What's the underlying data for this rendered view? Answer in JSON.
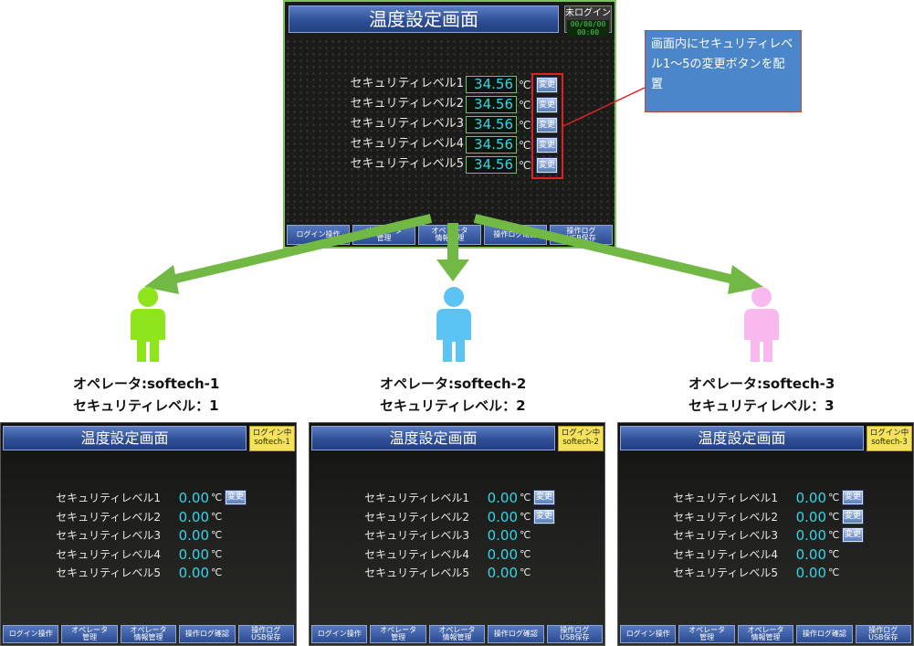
{
  "main_screen": {
    "title": "温度設定画面",
    "status": {
      "line1": "未ログイン",
      "line2": "00/00/00 00:00"
    },
    "rows": [
      {
        "label": "セキュリティレベル1",
        "value": "34.56",
        "unit": "℃",
        "button": "変更"
      },
      {
        "label": "セキュリティレベル2",
        "value": "34.56",
        "unit": "℃",
        "button": "変更"
      },
      {
        "label": "セキュリティレベル3",
        "value": "34.56",
        "unit": "℃",
        "button": "変更"
      },
      {
        "label": "セキュリティレベル4",
        "value": "34.56",
        "unit": "℃",
        "button": "変更"
      },
      {
        "label": "セキュリティレベル5",
        "value": "34.56",
        "unit": "℃",
        "button": "変更"
      }
    ],
    "footer": [
      "ログイン操作",
      "オペレータ\n管理",
      "オペレータ\n情報管理",
      "操作ログ確認",
      "操作ログ\nUSB保存"
    ]
  },
  "callout": {
    "text": "画面内にセキュリティレベル1～5の変更ボタンを配置"
  },
  "users": [
    {
      "operator": "オペレータ:softech-1",
      "level": "セキュリティレベル：1",
      "color": "#8fe51c"
    },
    {
      "operator": "オペレータ:softech-2",
      "level": "セキュリティレベル：2",
      "color": "#5cc3f5"
    },
    {
      "operator": "オペレータ:softech-3",
      "level": "セキュリティレベル：3",
      "color": "#f9b8ee"
    }
  ],
  "screens": [
    {
      "title": "温度設定画面",
      "status": {
        "line1": "ログイン中",
        "line2": "softech-1"
      },
      "rows": [
        {
          "label": "セキュリティレベル1",
          "value": "0.00",
          "unit": "℃",
          "button": "変更"
        },
        {
          "label": "セキュリティレベル2",
          "value": "0.00",
          "unit": "℃",
          "button": ""
        },
        {
          "label": "セキュリティレベル3",
          "value": "0.00",
          "unit": "℃",
          "button": ""
        },
        {
          "label": "セキュリティレベル4",
          "value": "0.00",
          "unit": "℃",
          "button": ""
        },
        {
          "label": "セキュリティレベル5",
          "value": "0.00",
          "unit": "℃",
          "button": ""
        }
      ],
      "footer": [
        "ログイン操作",
        "オペレータ\n管理",
        "オペレータ\n情報管理",
        "操作ログ確認",
        "操作ログ\nUSB保存"
      ]
    },
    {
      "title": "温度設定画面",
      "status": {
        "line1": "ログイン中",
        "line2": "softech-2"
      },
      "rows": [
        {
          "label": "セキュリティレベル1",
          "value": "0.00",
          "unit": "℃",
          "button": "変更"
        },
        {
          "label": "セキュリティレベル2",
          "value": "0.00",
          "unit": "℃",
          "button": "変更"
        },
        {
          "label": "セキュリティレベル3",
          "value": "0.00",
          "unit": "℃",
          "button": ""
        },
        {
          "label": "セキュリティレベル4",
          "value": "0.00",
          "unit": "℃",
          "button": ""
        },
        {
          "label": "セキュリティレベル5",
          "value": "0.00",
          "unit": "℃",
          "button": ""
        }
      ],
      "footer": [
        "ログイン操作",
        "オペレータ\n管理",
        "オペレータ\n情報管理",
        "操作ログ確認",
        "操作ログ\nUSB保存"
      ]
    },
    {
      "title": "温度設定画面",
      "status": {
        "line1": "ログイン中",
        "line2": "softech-3"
      },
      "rows": [
        {
          "label": "セキュリティレベル1",
          "value": "0.00",
          "unit": "℃",
          "button": "変更"
        },
        {
          "label": "セキュリティレベル2",
          "value": "0.00",
          "unit": "℃",
          "button": "変更"
        },
        {
          "label": "セキュリティレベル3",
          "value": "0.00",
          "unit": "℃",
          "button": "変更"
        },
        {
          "label": "セキュリティレベル4",
          "value": "0.00",
          "unit": "℃",
          "button": ""
        },
        {
          "label": "セキュリティレベル5",
          "value": "0.00",
          "unit": "℃",
          "button": ""
        }
      ],
      "footer": [
        "ログイン操作",
        "オペレータ\n管理",
        "オペレータ\n情報管理",
        "操作ログ確認",
        "操作ログ\nUSB保存"
      ]
    }
  ]
}
